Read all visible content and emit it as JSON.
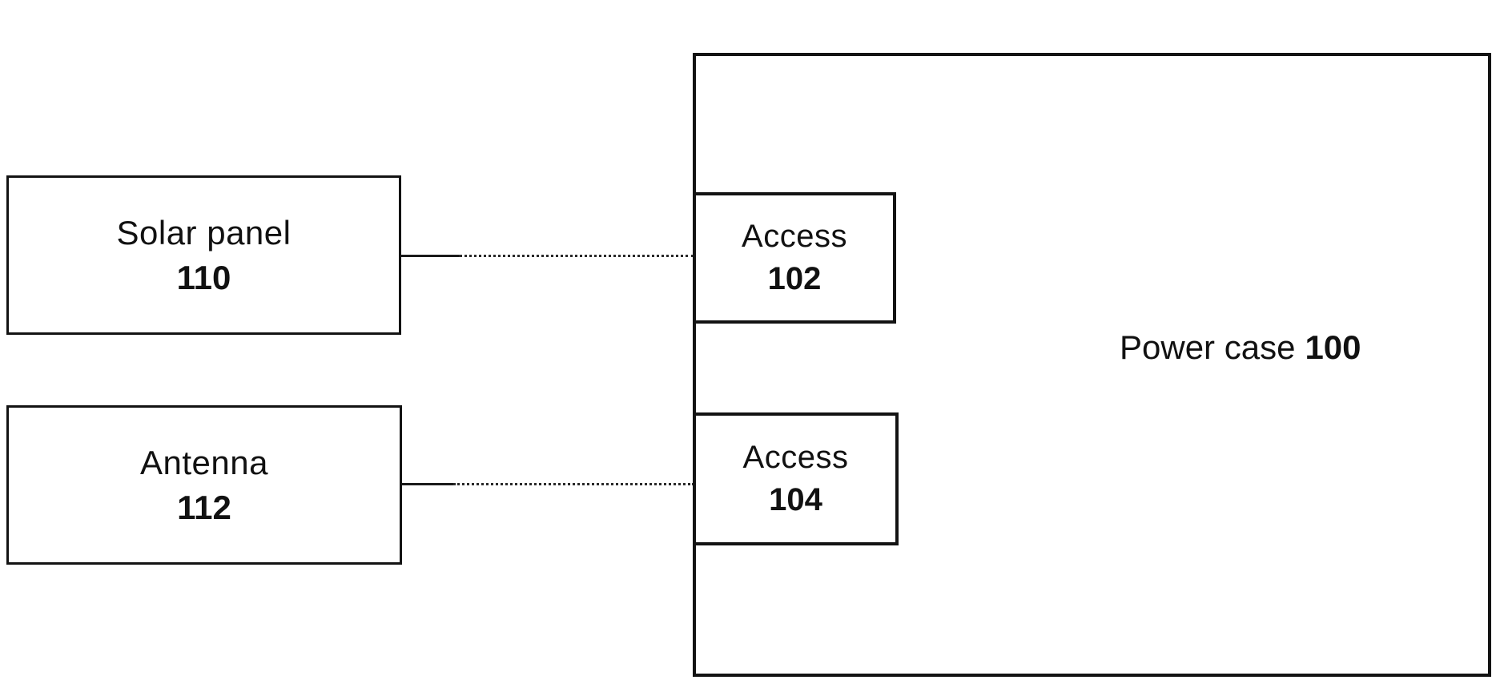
{
  "power_case": {
    "label": "Power case",
    "ref": "100"
  },
  "boxes": {
    "solar_panel": {
      "label": "Solar panel",
      "ref": "110"
    },
    "antenna": {
      "label": "Antenna",
      "ref": "112"
    },
    "access_top": {
      "label": "Access",
      "ref": "102"
    },
    "access_bottom": {
      "label": "Access",
      "ref": "104"
    }
  },
  "colors": {
    "ink": "#131313",
    "background": "#ffffff"
  }
}
